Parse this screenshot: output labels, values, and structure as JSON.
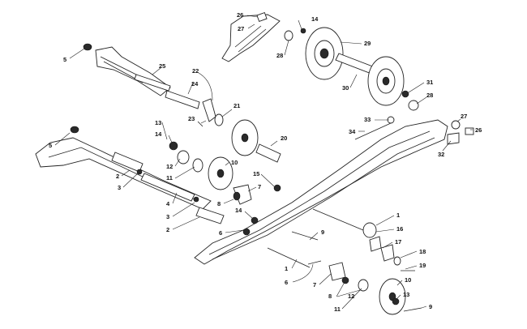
{
  "diagram": {
    "callouts": [
      {
        "id": "c-26a",
        "text": "26"
      },
      {
        "id": "c-27a",
        "text": "27"
      },
      {
        "id": "c-14a",
        "text": "14"
      },
      {
        "id": "c-29",
        "text": "29"
      },
      {
        "id": "c-28a",
        "text": "28"
      },
      {
        "id": "c-30",
        "text": "30"
      },
      {
        "id": "c-31",
        "text": "31"
      },
      {
        "id": "c-28b",
        "text": "28"
      },
      {
        "id": "c-33",
        "text": "33"
      },
      {
        "id": "c-34",
        "text": "34"
      },
      {
        "id": "c-27b",
        "text": "27"
      },
      {
        "id": "c-26b",
        "text": "26"
      },
      {
        "id": "c-32",
        "text": "32"
      },
      {
        "id": "c-5a",
        "text": "5"
      },
      {
        "id": "c-25",
        "text": "25"
      },
      {
        "id": "c-24",
        "text": "24"
      },
      {
        "id": "c-22",
        "text": "22"
      },
      {
        "id": "c-23",
        "text": "23"
      },
      {
        "id": "c-21",
        "text": "21"
      },
      {
        "id": "c-13a",
        "text": "13"
      },
      {
        "id": "c-14b",
        "text": "14"
      },
      {
        "id": "c-20",
        "text": "20"
      },
      {
        "id": "c-5b",
        "text": "5"
      },
      {
        "id": "c-12a",
        "text": "12"
      },
      {
        "id": "c-11a",
        "text": "11"
      },
      {
        "id": "c-10a",
        "text": "10"
      },
      {
        "id": "c-15",
        "text": "15"
      },
      {
        "id": "c-2a",
        "text": "2"
      },
      {
        "id": "c-3a",
        "text": "3"
      },
      {
        "id": "c-7a",
        "text": "7"
      },
      {
        "id": "c-8a",
        "text": "8"
      },
      {
        "id": "c-4",
        "text": "4"
      },
      {
        "id": "c-14c",
        "text": "14"
      },
      {
        "id": "c-3b",
        "text": "3"
      },
      {
        "id": "c-2b",
        "text": "2"
      },
      {
        "id": "c-6a",
        "text": "6"
      },
      {
        "id": "c-9a",
        "text": "9"
      },
      {
        "id": "c-1a",
        "text": "1"
      },
      {
        "id": "c-16",
        "text": "16"
      },
      {
        "id": "c-17",
        "text": "17"
      },
      {
        "id": "c-18",
        "text": "18"
      },
      {
        "id": "c-19",
        "text": "19"
      },
      {
        "id": "c-1b",
        "text": "1"
      },
      {
        "id": "c-6b",
        "text": "6"
      },
      {
        "id": "c-7b",
        "text": "7"
      },
      {
        "id": "c-10b",
        "text": "10"
      },
      {
        "id": "c-8b",
        "text": "8"
      },
      {
        "id": "c-12b",
        "text": "12"
      },
      {
        "id": "c-13b",
        "text": "13"
      },
      {
        "id": "c-11b",
        "text": "11"
      },
      {
        "id": "c-9b",
        "text": "9"
      }
    ]
  }
}
